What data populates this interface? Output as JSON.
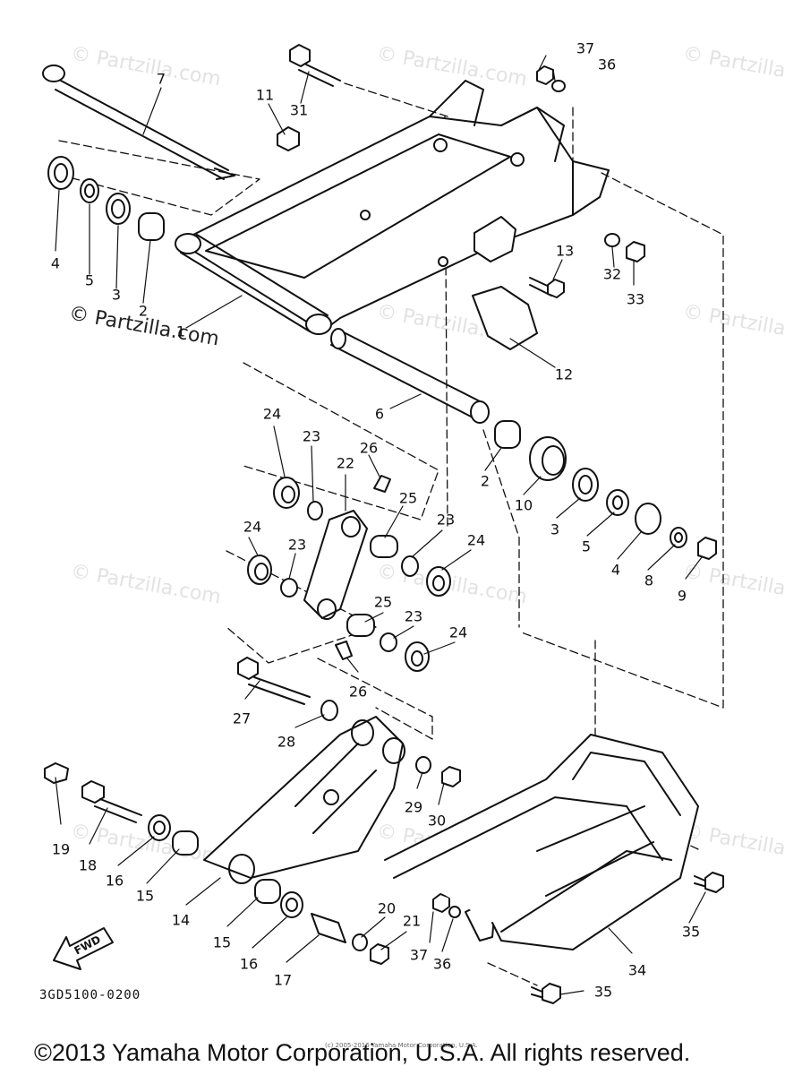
{
  "watermark": "© Partzilla.com",
  "primary_watermark": "© Partzilla.com",
  "diagram_code": "3GD5100-0200",
  "fwd_label": "FWD",
  "small_copyright": "(c) 2005-2016 Yamaha Motor Corporation, U.S.A.",
  "copyright": "©2013 Yamaha Motor Corporation, U.S.A. All rights reserved.",
  "callouts": {
    "c7": "7",
    "c11": "11",
    "c31": "31",
    "c37a": "37",
    "c36a": "36",
    "c4a": "4",
    "c5a": "5",
    "c3a": "3",
    "c2a": "2",
    "c1": "1",
    "c13": "13",
    "c32": "32",
    "c33": "33",
    "c12": "12",
    "c6": "6",
    "c24a": "24",
    "c23a": "23",
    "c26a": "26",
    "c22": "22",
    "c25a": "25",
    "c23b": "23",
    "c24b": "24",
    "c24c": "24",
    "c23c": "23",
    "c2b": "2",
    "c10": "10",
    "c3b": "3",
    "c5b": "5",
    "c4b": "4",
    "c8": "8",
    "c9": "9",
    "c25b": "25",
    "c23d": "23",
    "c24d": "24",
    "c26b": "26",
    "c27": "27",
    "c28": "28",
    "c29": "29",
    "c30": "30",
    "c19": "19",
    "c18": "18",
    "c16a": "16",
    "c15a": "15",
    "c14": "14",
    "c15b": "15",
    "c16b": "16",
    "c17": "17",
    "c20": "20",
    "c21": "21",
    "c37b": "37",
    "c36b": "36",
    "c35a": "35",
    "c34": "34",
    "c35b": "35"
  }
}
